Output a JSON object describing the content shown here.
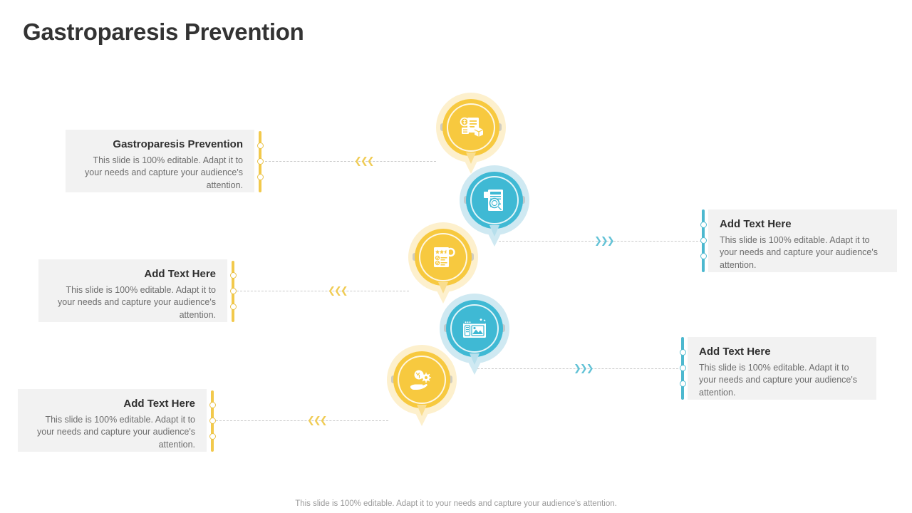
{
  "slide": {
    "title": "Gastroparesis Prevention",
    "footer_note": "This slide is 100% editable. Adapt it to your needs and capture your audience's attention."
  },
  "colors": {
    "yellow": "#f7c93f",
    "yellow_halo": "#fdf0cd",
    "teal": "#3fb9d4",
    "teal_halo": "#cfe9f2",
    "rail_yellow": "#f2c94c",
    "rail_teal": "#4cb8cf",
    "card_bg": "#f2f2f2",
    "title_text": "#333333",
    "body_text": "#6d6d6d"
  },
  "body_text": "This slide is 100% editable. Adapt it to your needs and capture your audience's attention.",
  "cards": [
    {
      "id": "card-1",
      "side": "left",
      "accent": "yellow",
      "title": "Gastroparesis Prevention",
      "body": "This slide is 100% editable. Adapt it to your needs and capture your audience's attention."
    },
    {
      "id": "card-2",
      "side": "right",
      "accent": "teal",
      "title": "Add Text Here",
      "body": "This slide is 100% editable. Adapt it to your needs and capture your audience's attention."
    },
    {
      "id": "card-3",
      "side": "left",
      "accent": "yellow",
      "title": "Add Text Here",
      "body": "This slide is 100% editable. Adapt it to your needs and capture your audience's attention."
    },
    {
      "id": "card-4",
      "side": "right",
      "accent": "teal",
      "title": "Add Text Here",
      "body": "This slide is 100% editable. Adapt it to your needs and capture your audience's attention."
    },
    {
      "id": "card-5",
      "side": "left",
      "accent": "yellow",
      "title": "Add Text Here",
      "body": "This slide is 100% editable. Adapt it to your needs and capture your audience's attention."
    }
  ],
  "pins": [
    {
      "id": "pin-1",
      "color": "yellow",
      "icon": "invoice-package-icon"
    },
    {
      "id": "pin-2",
      "color": "teal",
      "icon": "audit-document-magnifier-icon"
    },
    {
      "id": "pin-3",
      "color": "yellow",
      "icon": "checklist-review-icon"
    },
    {
      "id": "pin-4",
      "color": "teal",
      "icon": "image-window-icon"
    },
    {
      "id": "pin-5",
      "color": "yellow",
      "icon": "hand-idea-gear-icon"
    }
  ],
  "connectors": [
    {
      "id": "connector-1",
      "direction": "left",
      "chevrons": "❮❮❮"
    },
    {
      "id": "connector-2",
      "direction": "right",
      "chevrons": "❯❯❯"
    },
    {
      "id": "connector-3",
      "direction": "left",
      "chevrons": "❮❮❮"
    },
    {
      "id": "connector-4",
      "direction": "right",
      "chevrons": "❯❯❯"
    },
    {
      "id": "connector-5",
      "direction": "left",
      "chevrons": "❮❮❮"
    }
  ]
}
